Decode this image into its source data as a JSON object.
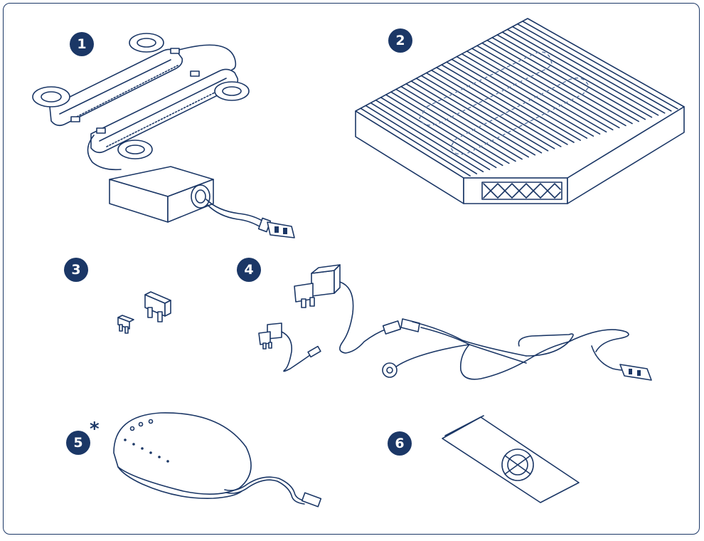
{
  "brand_color": "#1b3766",
  "items": [
    {
      "number": "1",
      "icon": "heater-element-with-control-box"
    },
    {
      "number": "2",
      "icon": "cabin-air-filter"
    },
    {
      "number": "3",
      "icon": "fuses"
    },
    {
      "number": "4",
      "icon": "wiring-harness-with-fuse-taps"
    },
    {
      "number": "5",
      "icon": "remote-control-unit",
      "mark": "*"
    },
    {
      "number": "6",
      "icon": "adhesive-mounting-strip"
    }
  ]
}
